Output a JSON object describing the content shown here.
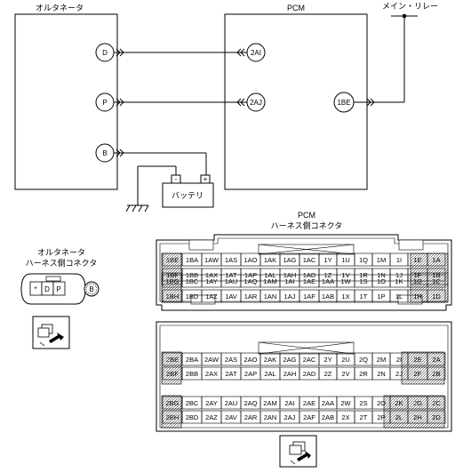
{
  "labels": {
    "alternator": "オルタネータ",
    "pcm": "PCM",
    "main_relay": "メイン・リレー",
    "battery": "バッテリ",
    "battery_minus": "-",
    "battery_plus": "+",
    "alt_pin_d": "D",
    "alt_pin_p": "P",
    "alt_pin_b": "B",
    "pcm_pin_2ai": "2AI",
    "pcm_pin_2aj": "2AJ",
    "pcm_pin_1be": "1BE",
    "pcm_harness_title_1": "PCM",
    "pcm_harness_title_2": "ハーネス側コネクタ",
    "alt_harness_title_1": "オルタネータ",
    "alt_harness_title_2": "ハーネス側コネクタ",
    "alt_conn_star": "*",
    "alt_conn_d": "D",
    "alt_conn_p": "P",
    "alt_conn_b": "B"
  },
  "connector1": {
    "rows": [
      [
        "1BE",
        "1BA",
        "1AW",
        "1AS",
        "1AO",
        "1AK",
        "1AG",
        "1AC",
        "1Y",
        "1U",
        "1Q",
        "1M",
        "1I",
        "1E",
        "1A"
      ],
      [
        "1BF",
        "1BB",
        "1AX",
        "1AT",
        "1AP",
        "1AL",
        "1AH",
        "1AD",
        "1Z",
        "1V",
        "1R",
        "1N",
        "1J",
        "1F",
        "1B"
      ],
      [
        "1BG",
        "1BC",
        "1AY",
        "1AU",
        "1AQ",
        "1AM",
        "1AI",
        "1AE",
        "1AA",
        "1W",
        "1S",
        "1O",
        "1K",
        "1G",
        "1C"
      ],
      [
        "1BH",
        "1BD",
        "1AZ",
        "1AV",
        "1AR",
        "1AN",
        "1AJ",
        "1AF",
        "1AB",
        "1X",
        "1T",
        "1P",
        "1L",
        "1H",
        "1D"
      ]
    ]
  },
  "connector2": {
    "rows": [
      [
        "2BE",
        "2BA",
        "2AW",
        "2AS",
        "2AO",
        "2AK",
        "2AG",
        "2AC",
        "2Y",
        "2U",
        "2Q",
        "2M",
        "2I",
        "2E",
        "2A"
      ],
      [
        "2BF",
        "2BB",
        "2AX",
        "2AT",
        "2AP",
        "2AL",
        "2AH",
        "2AD",
        "2Z",
        "2V",
        "2R",
        "2N",
        "2J",
        "2F",
        "2B"
      ],
      [
        "2BG",
        "2BC",
        "2AY",
        "2AU",
        "2AQ",
        "2AM",
        "2AI",
        "2AE",
        "2AA",
        "2W",
        "2S",
        "2O",
        "2K",
        "2G",
        "2C"
      ],
      [
        "2BH",
        "2BD",
        "2AZ",
        "2AV",
        "2AR",
        "2AN",
        "2AJ",
        "2AF",
        "2AB",
        "2X",
        "2T",
        "2P",
        "2L",
        "2H",
        "2D"
      ]
    ]
  }
}
